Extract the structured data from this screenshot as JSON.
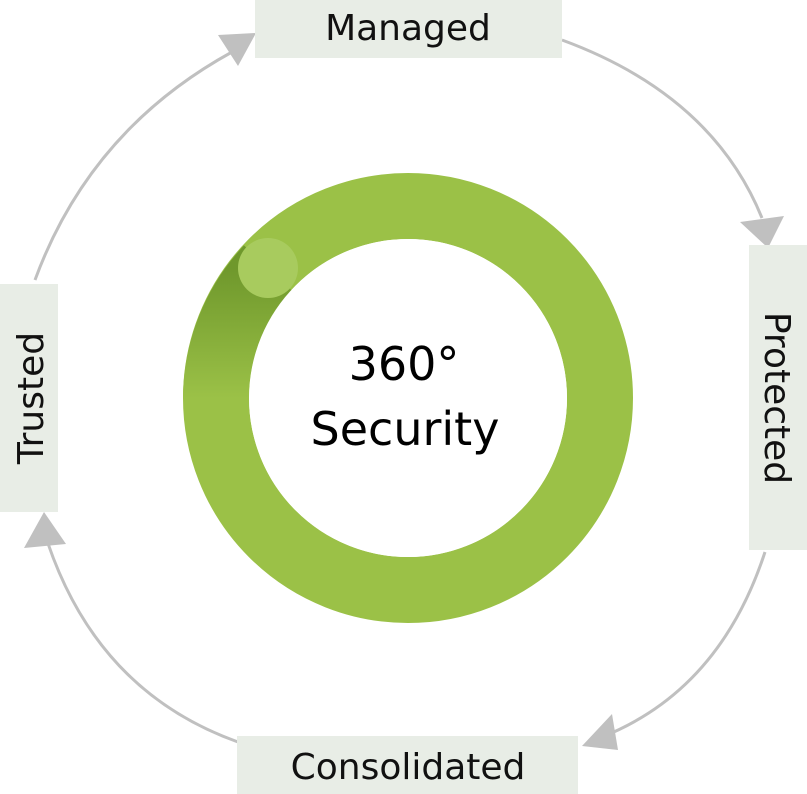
{
  "center": {
    "line1": "360°",
    "line2": "Security"
  },
  "stages": {
    "top": "Managed",
    "right": "Protected",
    "bottom": "Consolidated",
    "left": "Trusted"
  },
  "colors": {
    "ring": "#9bc147",
    "ring_dark": "#77a030",
    "label_box": "#e8ede6",
    "arrow": "#c0c0c0",
    "text": "#111111"
  }
}
